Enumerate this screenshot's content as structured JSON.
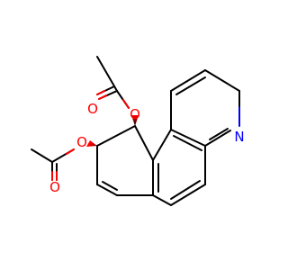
{
  "molecule": {
    "atoms": {
      "carbonyl_oxygen_top": {
        "symbol": "O",
        "color": "#ff0000"
      },
      "ester_oxygen_top": {
        "symbol": "O",
        "color": "#ff0000"
      },
      "carbonyl_oxygen_left": {
        "symbol": "O",
        "color": "#ff0000"
      },
      "ester_oxygen_left": {
        "symbol": "O",
        "color": "#ff0000"
      },
      "ring_nitrogen": {
        "symbol": "N",
        "color": "#0000ff"
      }
    },
    "bond_color": "#000000",
    "background": "#ffffff"
  }
}
